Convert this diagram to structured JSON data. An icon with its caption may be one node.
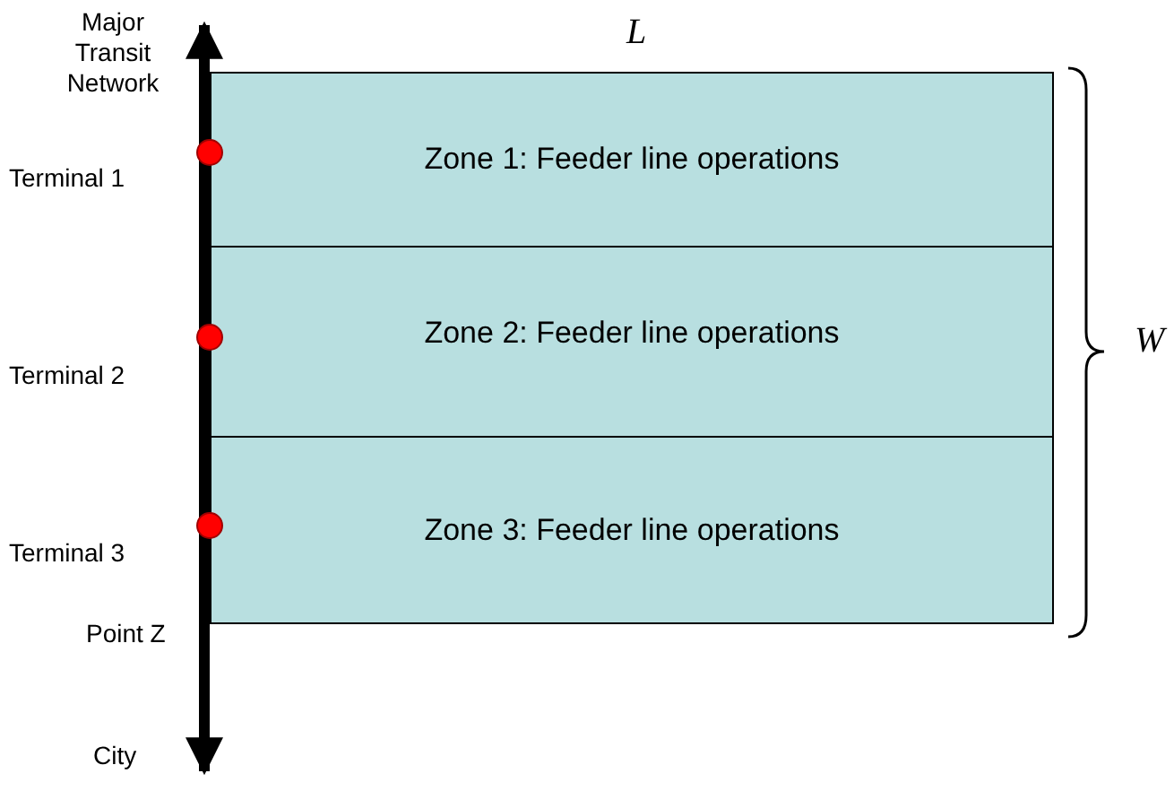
{
  "diagram": {
    "nodes": [
      {
        "text": [
          "Zone 1: Feeder line operations"
        ]
      },
      {
        "text": [
          "Zone 2: Feeder line operations"
        ]
      },
      {
        "text": [
          "Zone 3: Feeder line operations"
        ]
      }
    ],
    "labels": [
      "Major Transit Network",
      "L",
      "Terminal 1",
      "Terminal 2",
      "W",
      "Terminal 3",
      "Point Z",
      "City"
    ]
  }
}
